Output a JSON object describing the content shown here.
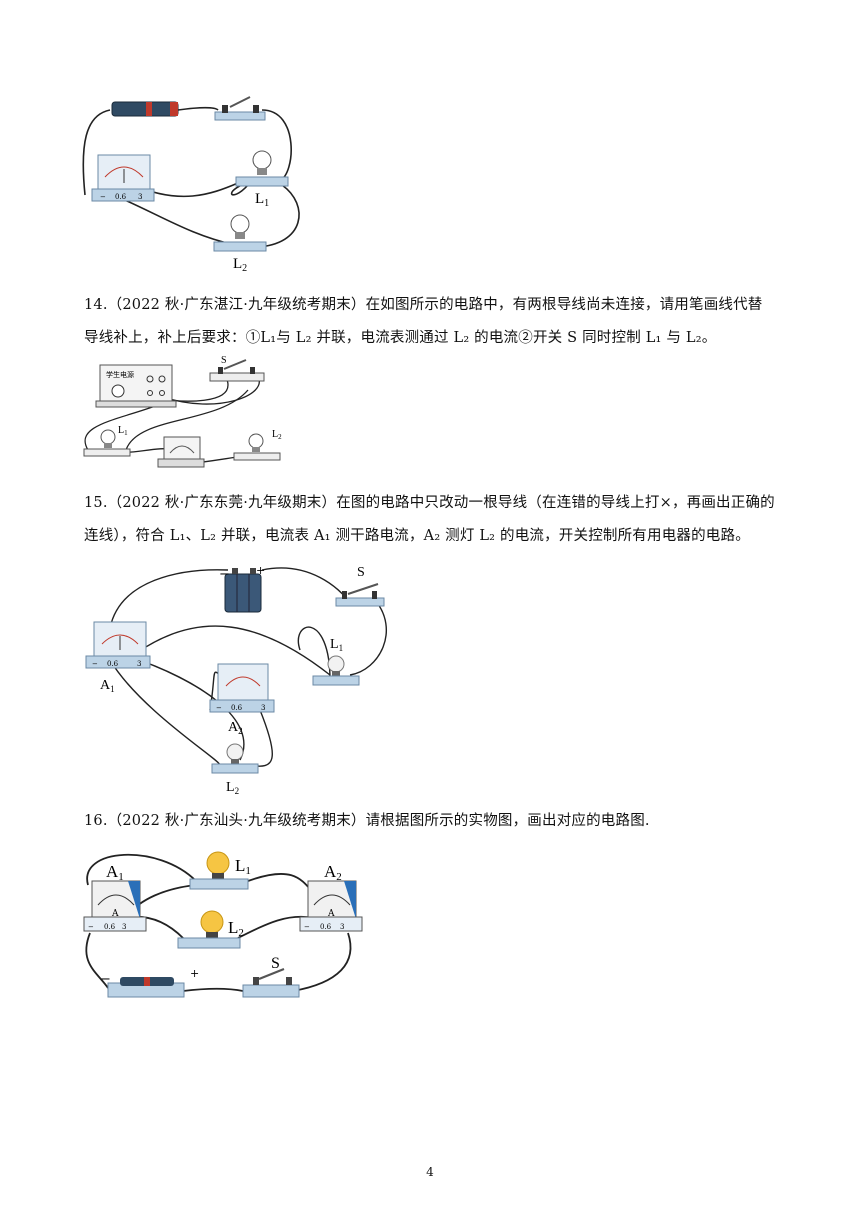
{
  "figure13": {
    "ammeter_ticks": {
      "minus": "−",
      "mid": "0.6",
      "high": "3"
    },
    "label_l1": "L",
    "label_l1_sub": "1",
    "label_l2": "L",
    "label_l2_sub": "2"
  },
  "question14": {
    "number": "14.",
    "source": "（2022 秋·广东湛江·九年级统考期末）",
    "text_line1": "在如图所示的电路中，有两根导线尚未连接，请用笔画线代替",
    "text_line2": "导线补上，补上后要求：①L₁与 L₂ 并联，电流表测通过 L₂ 的电流②开关 S 同时控制 L₁ 与 L₂。",
    "figure": {
      "power_supply_label": "学生电源",
      "switch_label": "S",
      "label_l1": "L",
      "label_l1_sub": "1",
      "label_l2": "L",
      "label_l2_sub": "2"
    }
  },
  "question15": {
    "number": "15.",
    "source": "（2022 秋·广东东莞·九年级期末）",
    "text_line1": "在图的电路中只改动一根导线（在连错的导线上打×，再画出正确的",
    "text_line2": "连线），符合 L₁、L₂ 并联，电流表 A₁ 测干路电流，A₂ 测灯 L₂ 的电流，开关控制所有用电器的电路。",
    "figure": {
      "battery_minus": "−",
      "battery_plus": "+",
      "switch_label": "S",
      "a1": "A",
      "a1_sub": "1",
      "a2": "A",
      "a2_sub": "2",
      "l1": "L",
      "l1_sub": "1",
      "l2": "L",
      "l2_sub": "2",
      "ticks": {
        "minus": "−",
        "mid": "0.6",
        "high": "3"
      }
    }
  },
  "question16": {
    "number": "16.",
    "source": "（2022 秋·广东汕头·九年级统考期末）",
    "text": "请根据图所示的实物图，画出对应的电路图.",
    "figure": {
      "a1": "A",
      "a1_sub": "1",
      "a2": "A",
      "a2_sub": "2",
      "l1": "L",
      "l1_sub": "1",
      "l2": "L",
      "l2_sub": "2",
      "switch_label": "S",
      "battery_minus": "−",
      "battery_plus": "+",
      "meter_letter": "A",
      "ticks": {
        "minus": "−",
        "mid": "0.6",
        "high": "3"
      }
    }
  },
  "footer": {
    "page_number": "4"
  }
}
